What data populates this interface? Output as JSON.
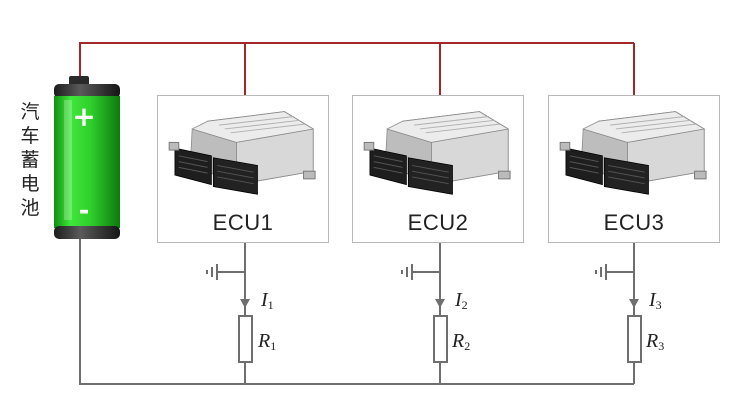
{
  "battery": {
    "label_chars": [
      "汽",
      "车",
      "蓄",
      "电",
      "池"
    ],
    "plus_symbol": "+",
    "minus_symbol": "-",
    "body_color": "#2fd12b",
    "wire_color": "#a3262a"
  },
  "ecus": [
    {
      "name": "ECU1",
      "current_label": "I",
      "current_sub": "1",
      "resistor_label": "R",
      "resistor_sub": "1"
    },
    {
      "name": "ECU2",
      "current_label": "I",
      "current_sub": "2",
      "resistor_label": "R",
      "resistor_sub": "2"
    },
    {
      "name": "ECU3",
      "current_label": "I",
      "current_sub": "3",
      "resistor_label": "R",
      "resistor_sub": "3"
    }
  ],
  "colors": {
    "ground_wire": "#6e6e6e",
    "positive_wire": "#a3262a"
  }
}
